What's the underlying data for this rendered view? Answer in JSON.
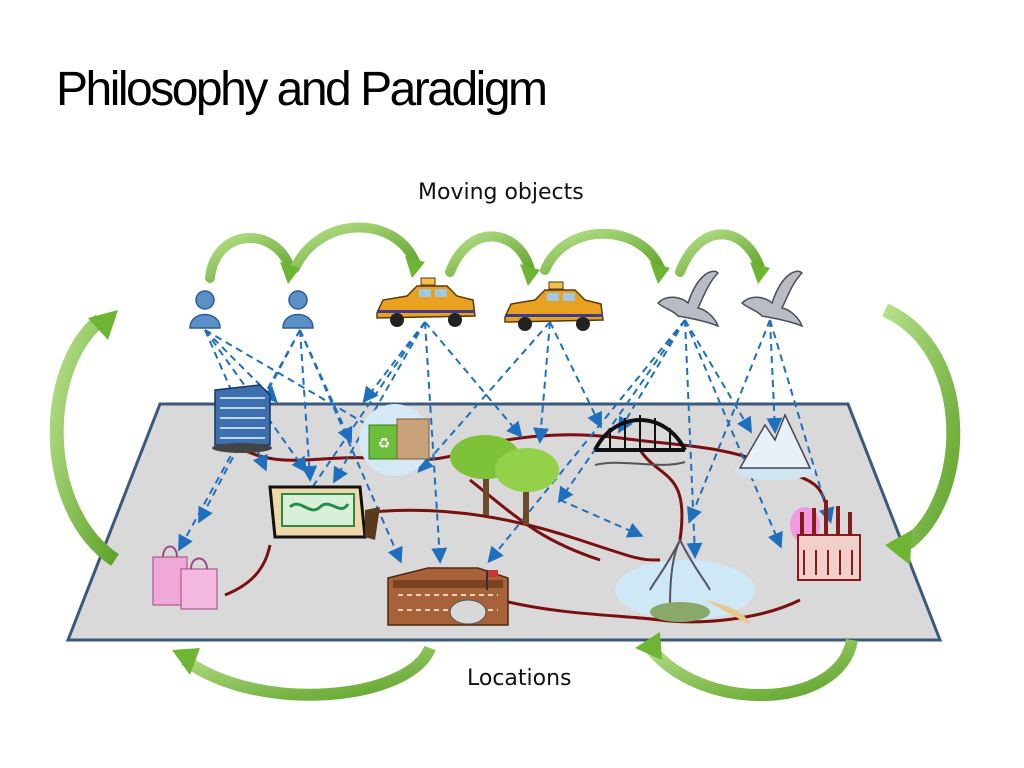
{
  "slide": {
    "title": "Philosophy and Paradigm",
    "top_caption": "Moving objects",
    "bottom_caption": "Locations"
  },
  "colors": {
    "plane_fill": "#d9d9d9",
    "plane_border": "#3a5a7c",
    "arrow_green": "#7bbf3a",
    "dashed_blue": "#1f6fbf",
    "route_red": "#7a0f0f"
  },
  "moving_objects": [
    {
      "kind": "person-icon"
    },
    {
      "kind": "person-icon"
    },
    {
      "kind": "taxi-icon"
    },
    {
      "kind": "taxi-icon"
    },
    {
      "kind": "dove-icon"
    },
    {
      "kind": "dove-icon"
    }
  ],
  "locations": [
    {
      "kind": "office-building-icon"
    },
    {
      "kind": "shopping-bags-green-icon"
    },
    {
      "kind": "trees-icon"
    },
    {
      "kind": "bridge-icon"
    },
    {
      "kind": "mountain-icon"
    },
    {
      "kind": "billboard-icon"
    },
    {
      "kind": "shopping-bags-pink-icon"
    },
    {
      "kind": "school-building-icon"
    },
    {
      "kind": "willow-lake-icon"
    },
    {
      "kind": "temple-icon"
    }
  ]
}
